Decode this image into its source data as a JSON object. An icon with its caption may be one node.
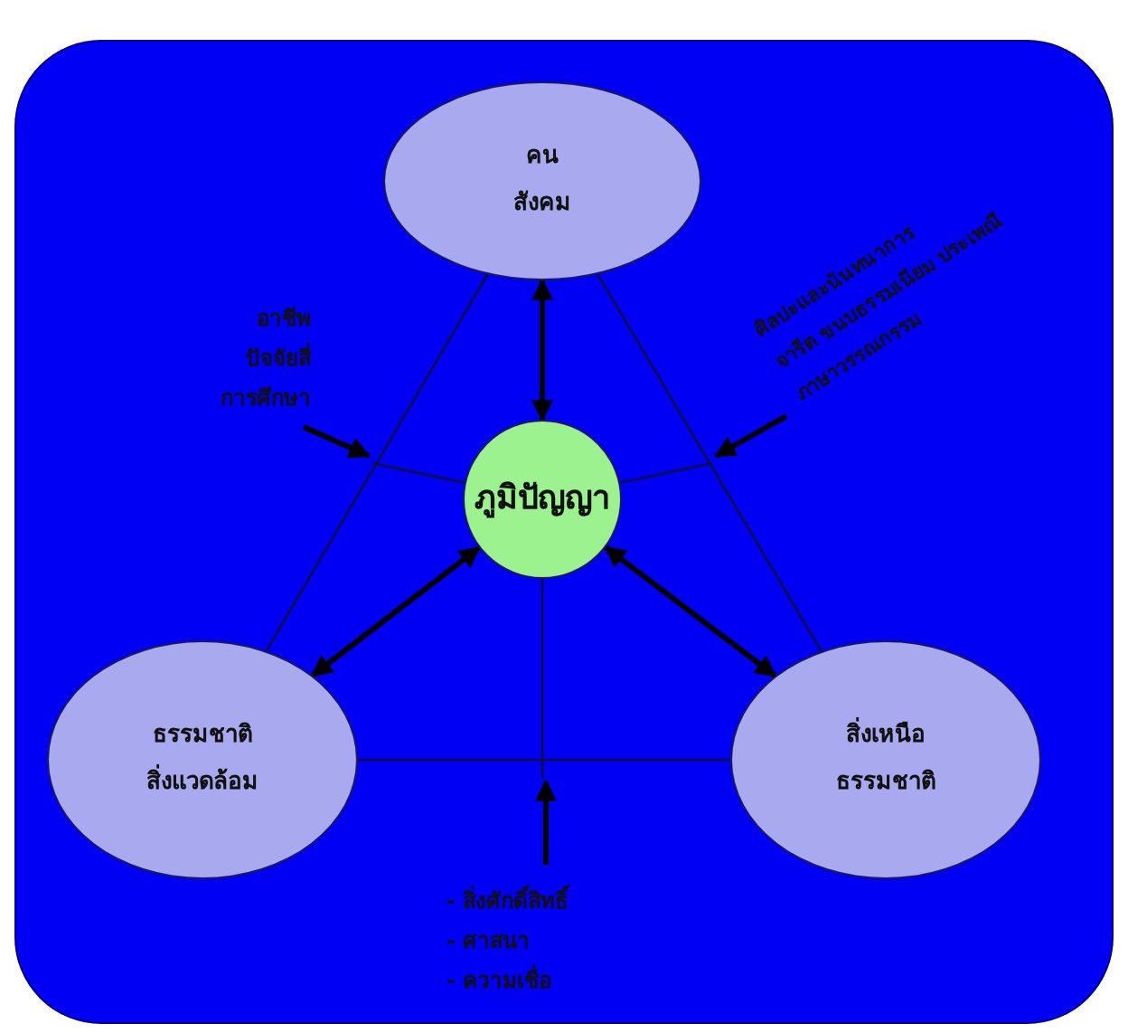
{
  "diagram": {
    "nodes": [
      {
        "text": [
          "คน",
          "สังคม"
        ]
      },
      {
        "text": [
          "ภูมิปัญญา"
        ]
      },
      {
        "text": [
          "ธรรมชาติ",
          "สิ่งแวดล้อม"
        ]
      },
      {
        "text": [
          "สิ่งเหนือ",
          "ธรรมชาติ"
        ]
      },
      {
        "text": [
          "อาชีพ",
          "ปัจจัยสี่",
          "การศึกษา"
        ]
      },
      {
        "text": [
          "ศิลปะและนันทนาการ",
          "จารีต ขนบธรรมเนียม ประเพณี",
          "ภาษาวรรณกรรม"
        ]
      },
      {
        "text": [
          "- สิ่งศักดิ์สิทธิ์",
          "- ศาสนา",
          "- ความเชื่อ"
        ]
      }
    ],
    "edges": [
      {
        "from": 0,
        "to": 2,
        "arrow": "none"
      },
      {
        "from": 0,
        "to": 3,
        "arrow": "none"
      },
      {
        "from": 2,
        "to": 3,
        "arrow": "none"
      },
      {
        "from": 1,
        "to": 0,
        "arrow": "both",
        "style": "thick"
      },
      {
        "from": 1,
        "to": 2,
        "arrow": "both",
        "style": "thick"
      },
      {
        "from": 1,
        "to": 3,
        "arrow": "both",
        "style": "thick"
      },
      {
        "from": 1,
        "to": null,
        "arrow": "none"
      },
      {
        "from": 1,
        "to": null,
        "arrow": "none"
      },
      {
        "from": 1,
        "to": null,
        "arrow": "none"
      },
      {
        "from": 4,
        "to": null,
        "arrow": "to",
        "style": "thick"
      },
      {
        "from": 5,
        "to": null,
        "arrow": "to",
        "style": "thick"
      },
      {
        "from": 6,
        "to": null,
        "arrow": "to",
        "style": "thick"
      }
    ]
  }
}
